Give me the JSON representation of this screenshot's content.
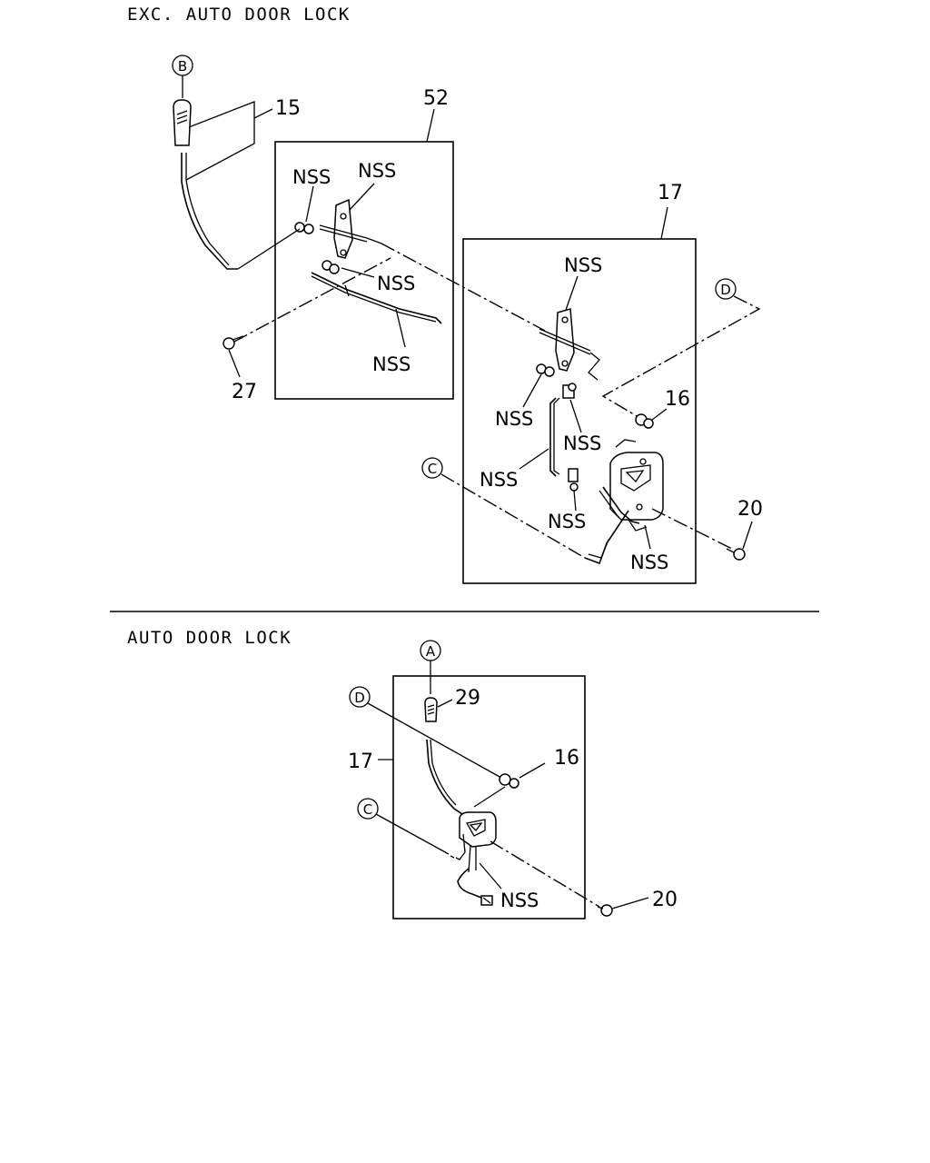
{
  "sections": {
    "top_title": "EXC. AUTO DOOR LOCK",
    "bottom_title": "AUTO DOOR LOCK"
  },
  "callouts": {
    "B": "B",
    "C": "C",
    "D": "D",
    "A": "A",
    "C2": "C",
    "D2": "D"
  },
  "parts": {
    "p15": "15",
    "p52": "52",
    "p17_top": "17",
    "p16_top": "16",
    "p20_top": "20",
    "p27": "27",
    "p29": "29",
    "p17_bottom": "17",
    "p16_bottom": "16",
    "p20_bottom": "20"
  },
  "nss": {
    "n1": "NSS",
    "n2": "NSS",
    "n3": "NSS",
    "n4": "NSS",
    "n5": "NSS",
    "n6": "NSS",
    "n7": "NSS",
    "n8": "NSS",
    "n9": "NSS",
    "n10": "NSS",
    "n11": "NSS"
  }
}
